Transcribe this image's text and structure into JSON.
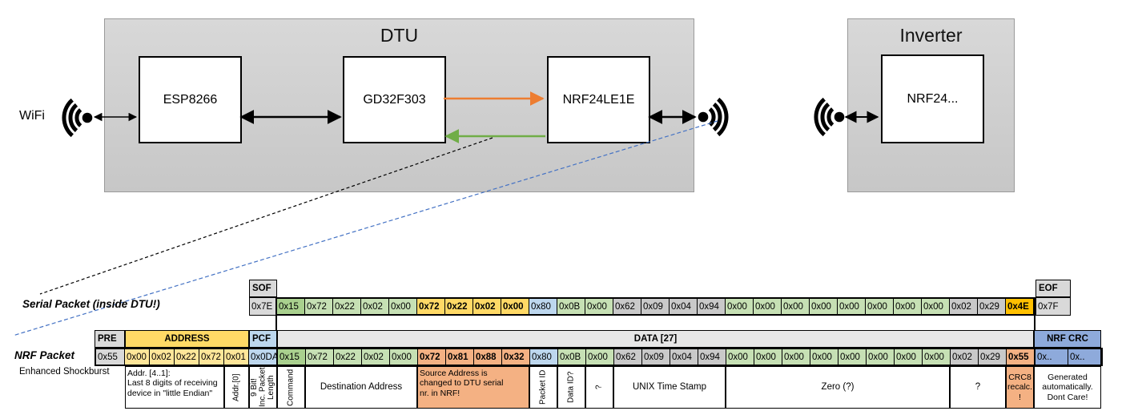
{
  "palette": {
    "orange_arrow": "#ED7D31",
    "green_arrow": "#70AD47",
    "blue_dashed": "#4472C4",
    "cell_green": "#C6E0B4",
    "cell_dark_green": "#A9D08E",
    "cell_gold": "#FFD966",
    "cell_amber": "#FFC000",
    "cell_blue": "#BDD7EE",
    "cell_salmon": "#F4B183",
    "cell_yellow": "#FFE699",
    "cell_crc_blue": "#8EAADB",
    "cell_gray": "#D9D9D9"
  },
  "diagram": {
    "wifi_label": "WiFi",
    "dtu": {
      "title": "DTU",
      "components": {
        "c1": "ESP8266",
        "c2": "GD32F303",
        "c3": "NRF24LE1E"
      }
    },
    "inverter": {
      "title": "Inverter",
      "components": {
        "c1": "NRF24..."
      }
    }
  },
  "serial_packet": {
    "label": "Serial Packet (inside DTU!)",
    "sof": {
      "header": "SOF",
      "value": "0x7E"
    },
    "eof": {
      "header": "EOF",
      "value": "0x7F"
    },
    "bytes": [
      {
        "v": "0x15",
        "c": "dgreen"
      },
      {
        "v": "0x72",
        "c": "green"
      },
      {
        "v": "0x22",
        "c": "green"
      },
      {
        "v": "0x02",
        "c": "green"
      },
      {
        "v": "0x00",
        "c": "green"
      },
      {
        "v": "0x72",
        "c": "gold",
        "b": true
      },
      {
        "v": "0x22",
        "c": "gold",
        "b": true
      },
      {
        "v": "0x02",
        "c": "gold",
        "b": true
      },
      {
        "v": "0x00",
        "c": "gold",
        "b": true
      },
      {
        "v": "0x80",
        "c": "blue"
      },
      {
        "v": "0x0B",
        "c": "green"
      },
      {
        "v": "0x00",
        "c": "green"
      },
      {
        "v": "0x62",
        "c": "gray2"
      },
      {
        "v": "0x09",
        "c": "gray2"
      },
      {
        "v": "0x04",
        "c": "gray2"
      },
      {
        "v": "0x94",
        "c": "gray2"
      },
      {
        "v": "0x00",
        "c": "green"
      },
      {
        "v": "0x00",
        "c": "green"
      },
      {
        "v": "0x00",
        "c": "green"
      },
      {
        "v": "0x00",
        "c": "green"
      },
      {
        "v": "0x00",
        "c": "green"
      },
      {
        "v": "0x00",
        "c": "green"
      },
      {
        "v": "0x00",
        "c": "green"
      },
      {
        "v": "0x00",
        "c": "green"
      },
      {
        "v": "0x02",
        "c": "gray2"
      },
      {
        "v": "0x29",
        "c": "gray2"
      },
      {
        "v": "0x4E",
        "c": "amber",
        "b": true
      }
    ]
  },
  "nrf_packet": {
    "label": "NRF Packet",
    "sublabel": "Enhanced Shockburst",
    "pre": {
      "header": "PRE",
      "value": "0x55"
    },
    "address": {
      "header": "ADDRESS",
      "values": [
        "0x00",
        "0x02",
        "0x22",
        "0x72",
        "0x01"
      ]
    },
    "pcf": {
      "header": "PCF",
      "value": "0x0DA"
    },
    "data_header": "DATA [27]",
    "bytes": [
      {
        "v": "0x15",
        "c": "dgreen"
      },
      {
        "v": "0x72",
        "c": "green"
      },
      {
        "v": "0x22",
        "c": "green"
      },
      {
        "v": "0x02",
        "c": "green"
      },
      {
        "v": "0x00",
        "c": "green"
      },
      {
        "v": "0x72",
        "c": "salmon",
        "b": true
      },
      {
        "v": "0x81",
        "c": "salmon",
        "b": true
      },
      {
        "v": "0x88",
        "c": "salmon",
        "b": true
      },
      {
        "v": "0x32",
        "c": "salmon",
        "b": true
      },
      {
        "v": "0x80",
        "c": "blue"
      },
      {
        "v": "0x0B",
        "c": "green"
      },
      {
        "v": "0x00",
        "c": "green"
      },
      {
        "v": "0x62",
        "c": "gray2"
      },
      {
        "v": "0x09",
        "c": "gray2"
      },
      {
        "v": "0x04",
        "c": "gray2"
      },
      {
        "v": "0x94",
        "c": "gray2"
      },
      {
        "v": "0x00",
        "c": "green"
      },
      {
        "v": "0x00",
        "c": "green"
      },
      {
        "v": "0x00",
        "c": "green"
      },
      {
        "v": "0x00",
        "c": "green"
      },
      {
        "v": "0x00",
        "c": "green"
      },
      {
        "v": "0x00",
        "c": "green"
      },
      {
        "v": "0x00",
        "c": "green"
      },
      {
        "v": "0x00",
        "c": "green"
      },
      {
        "v": "0x02",
        "c": "gray2"
      },
      {
        "v": "0x29",
        "c": "gray2"
      },
      {
        "v": "0x55",
        "c": "salmon",
        "b": true
      }
    ],
    "crc": {
      "header": "NRF CRC",
      "values": [
        "0x..",
        "0x.."
      ]
    },
    "annotations": {
      "addr41": "Addr. [4..1]:\nLast 8 digits of receiving\ndevice in \"little Endian\"",
      "addr0": "Addr.[0]",
      "pcf": "9 Bit!\nInc. Packet\nLength",
      "command": "Command",
      "dest": "Destination Address",
      "source": "Source Address is\nchanged to DTU serial\nnr. in NRF!",
      "packet_id": "Packet ID",
      "data_id": "Data ID?",
      "q1": "?",
      "unix": "UNIX Time Stamp",
      "zero": "Zero (?)",
      "q2": "?",
      "crc8": "CRC8\nrecalc.\n!",
      "crc_note": "Generated\nautomatically.\nDont Care!"
    }
  }
}
